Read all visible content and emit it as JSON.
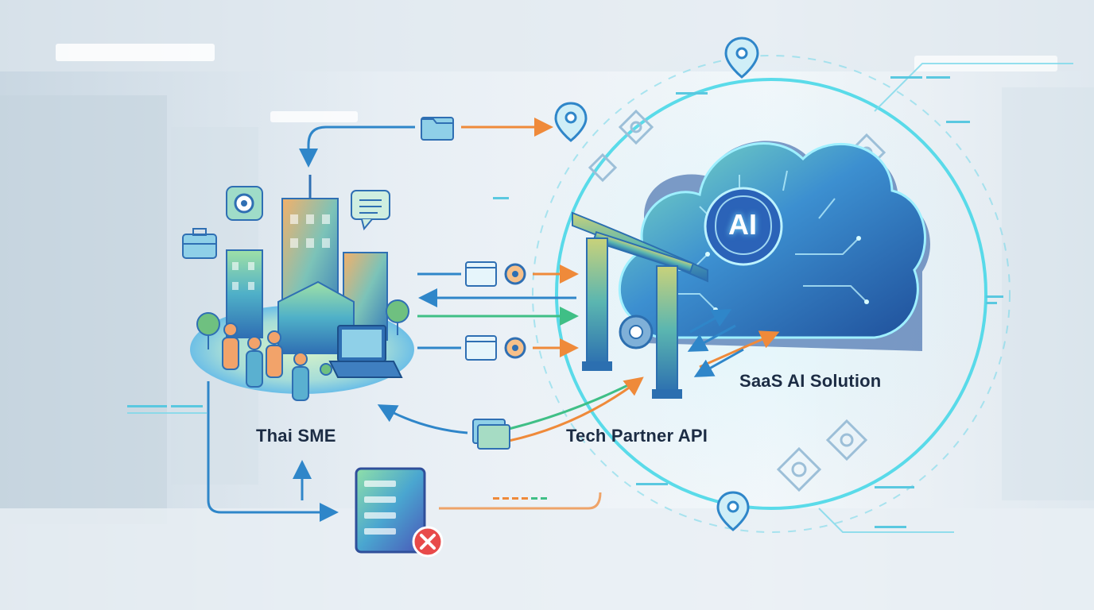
{
  "nodes": {
    "sme": {
      "label": "Thai SME"
    },
    "api": {
      "label": "Tech Partner API"
    },
    "saas": {
      "label": "SaaS AI Solution",
      "badge": "AI"
    }
  },
  "icons": [
    "gear-icon",
    "briefcase-icon",
    "chat-list-icon",
    "folder-icon",
    "code-window-icon",
    "location-pin-icon",
    "server-icon",
    "error-x-icon",
    "brain-icon",
    "thai-pattern-icon",
    "torii-gate-icon",
    "laptop-icon"
  ],
  "colors": {
    "blue": "#2f86c9",
    "orange": "#ef8a3a",
    "green": "#3fbf86",
    "teal": "#3fd6e6",
    "error": "#e84a4a"
  }
}
